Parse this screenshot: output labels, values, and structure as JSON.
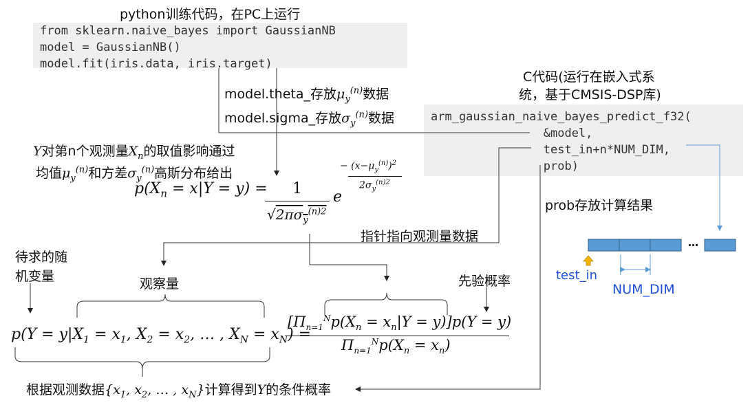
{
  "python_block": {
    "title": "python训练代码，在PC上运行",
    "lines": [
      "from sklearn.naive_bayes import GaussianNB",
      "model = GaussianNB()",
      "model.fit(iris.data, iris.target)"
    ]
  },
  "c_block": {
    "title_line1": "C代码(运行在嵌入式系",
    "title_line2": "统，基于CMSIS-DSP库)",
    "lines": [
      "arm_gaussian_naive_bayes_predict_f32(",
      "                &model,",
      "                test_in+n*NUM_DIM,",
      "                prob)"
    ]
  },
  "labels": {
    "theta_prefix": "model.theta_存放",
    "theta_suffix": "数据",
    "sigma_prefix": "model.sigma_存放",
    "sigma_suffix": "数据",
    "influence_1": "对第n个观测量",
    "influence_2": "的取值影响通过",
    "mean_var_1": "均值",
    "mean_var_2": "和方差",
    "mean_var_3": "高斯分布给出",
    "pointer": "指针指向观测量数据",
    "prob_result": "prob存放计算结果",
    "random_var": "待求的随\n机变量",
    "observed": "观察量",
    "prior": "先验概率",
    "conclusion_1": "根据观测数据",
    "conclusion_2": "计算得到",
    "conclusion_3": "的条件概率",
    "test_in": "test_in",
    "num_dim": "NUM_DIM",
    "ellipsis": "…"
  },
  "colors": {
    "code_bg": "#efefef",
    "array_fill": "#5b9bd5",
    "array_stroke": "#2e5f8a",
    "blue_text": "#1f4fd8",
    "arrow_blue": "#5b9bd5",
    "pointer_marker": "#f5b400"
  }
}
